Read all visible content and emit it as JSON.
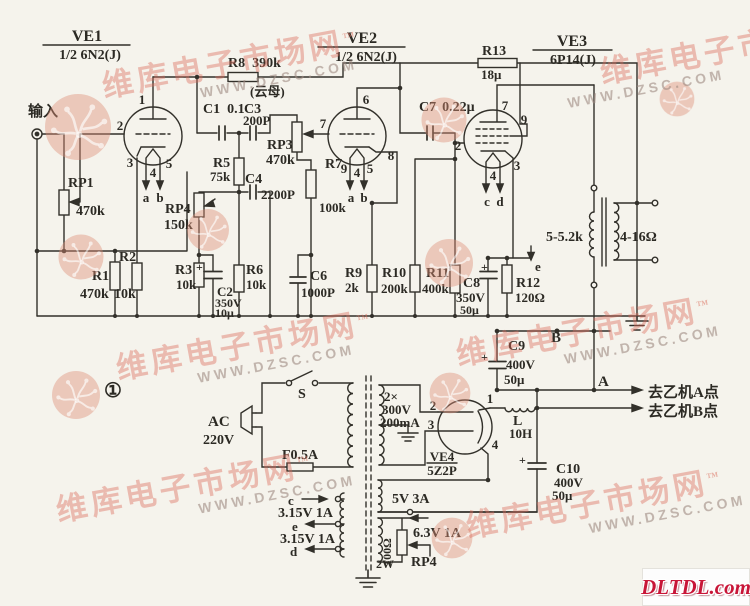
{
  "watermark": {
    "brand": "维库电子市场网",
    "tm": "™",
    "url": "WWW.DZSC.COM"
  },
  "logo": {
    "text": "DLTDL.com"
  },
  "figure_number": "①",
  "labels": {
    "input": "输入",
    "mica": "(云母)",
    "plus": "+",
    "point_a": "A",
    "point_b": "B",
    "point_e": "e",
    "to_a": "去乙机A点",
    "to_b": "去乙机B点"
  },
  "tubes": {
    "ve1": {
      "ref": "VE1",
      "type": "1/2 6N2(J)",
      "pins": [
        "1",
        "2",
        "3",
        "4",
        "5",
        "a",
        "b"
      ]
    },
    "ve2": {
      "ref": "VE2",
      "type": "1/2 6N2(J)",
      "pins": [
        "6",
        "7",
        "8",
        "9",
        "4",
        "5",
        "a",
        "b"
      ]
    },
    "ve3": {
      "ref": "VE3",
      "type": "6P14(J)",
      "pins": [
        "7",
        "9",
        "2",
        "3",
        "4",
        "c",
        "d"
      ]
    },
    "ve4": {
      "ref": "VE4",
      "type": "5Z2P",
      "pins": [
        "1",
        "2",
        "3",
        "4"
      ]
    }
  },
  "parts": {
    "rp1": {
      "ref": "RP1",
      "value": "470k"
    },
    "r1": {
      "ref": "R1",
      "value": "470k"
    },
    "r2": {
      "ref": "R2",
      "value": "10k"
    },
    "r3": {
      "ref": "R3",
      "value": "10k"
    },
    "rp4_pre": {
      "ref": "RP4",
      "value": "150k"
    },
    "c2": {
      "ref": "C2",
      "value": "350V",
      "value2": "10μ"
    },
    "r5": {
      "ref": "R5",
      "value": "75k"
    },
    "c4": {
      "ref": "C4",
      "value": "2200P"
    },
    "c1": {
      "ref": "C1",
      "value": "0.1"
    },
    "c3": {
      "ref": "C3",
      "value": "200P"
    },
    "rp3": {
      "ref": "RP3",
      "value": "470k"
    },
    "r6": {
      "ref": "R6",
      "value": "10k"
    },
    "r7": {
      "ref": "R7",
      "value": "100k"
    },
    "r8": {
      "ref": "R8",
      "value": "390k"
    },
    "c6": {
      "ref": "C6",
      "value": "1000P"
    },
    "r9": {
      "ref": "R9",
      "value": "2k"
    },
    "r10": {
      "ref": "R10",
      "value": "200k"
    },
    "r11": {
      "ref": "R11",
      "value": "400k"
    },
    "c7": {
      "ref": "C7",
      "value": "0.22μ"
    },
    "r13": {
      "ref": "R13",
      "value": "18μ"
    },
    "c8": {
      "ref": "C8",
      "value": "350V",
      "value2": "50μ"
    },
    "r12": {
      "ref": "R12",
      "value": "120Ω"
    },
    "c9": {
      "ref": "C9",
      "value": "400V",
      "value2": "50μ"
    },
    "c10": {
      "ref": "C10",
      "value": "400V",
      "value2": "50μ"
    },
    "l1": {
      "ref": "L",
      "value": "10H"
    },
    "rp4_hum": {
      "ref": "RP4",
      "value": "100Ω",
      "value2": "2W"
    }
  },
  "output_transformer": {
    "primary": "5-5.2k",
    "secondary": "4-16Ω"
  },
  "power": {
    "ac": "AC",
    "ac_voltage": "220V",
    "switch": "S",
    "fuse": "F0.5A",
    "ht_winding": [
      "2×",
      "300V",
      "200mA"
    ],
    "rectifier_filament": "5V 3A",
    "heater_63": "6.3V 1A",
    "heater_315_1": "3.15V 1A",
    "heater_315_2": "3.15V 1A",
    "tap_c": "c",
    "tap_e": "e",
    "tap_d": "d"
  }
}
